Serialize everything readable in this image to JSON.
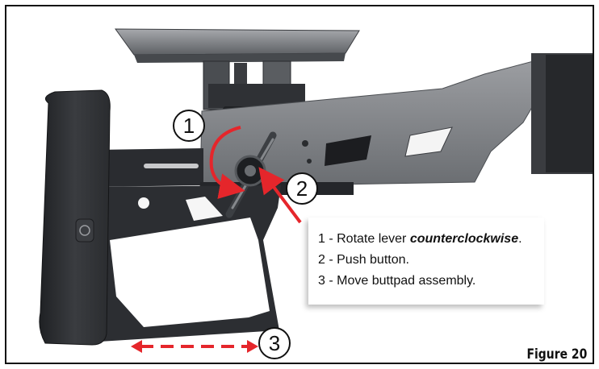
{
  "callouts": {
    "one": "1",
    "two": "2",
    "three": "3"
  },
  "legend": {
    "item1_prefix": "1 - Rotate lever ",
    "item1_emphasis": "counterclockwise",
    "item1_suffix": ".",
    "item2": "2 - Push button.",
    "item3": "3 - Move buttpad assembly."
  },
  "figure_label": "Figure 20",
  "colors": {
    "arrow": "#e5262b",
    "metal_dark": "#2d2f33",
    "metal_light": "#8c8e92"
  }
}
